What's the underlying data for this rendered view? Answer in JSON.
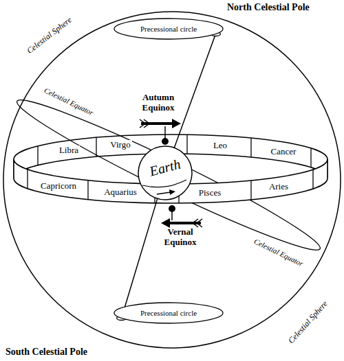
{
  "diagram": {
    "nodes": [
      {
        "text": [
          "Precessional circle"
        ]
      },
      {
        "text": [
          "Libra"
        ]
      },
      {
        "text": [
          "Virgo"
        ]
      },
      {
        "text": [
          "Leo"
        ]
      },
      {
        "text": [
          "Cancer"
        ]
      },
      {
        "text": [
          "Earth"
        ]
      },
      {
        "text": [
          "Capricorn"
        ]
      },
      {
        "text": [
          "Aquarius"
        ]
      },
      {
        "text": [
          "Pisces"
        ]
      },
      {
        "text": [
          "Aries"
        ]
      },
      {
        "text": [
          "Precessional circle"
        ]
      }
    ],
    "edges": [
      {
        "from": 0,
        "to": 5,
        "arrow": "none"
      },
      {
        "from": 5,
        "to": 10,
        "arrow": "none"
      }
    ],
    "labels": [
      "North Celestial Pole",
      "Celestial Sphere",
      "Celestial Equator",
      "Autumn Equinox",
      "Vernal Equinox",
      "Celestial Equator",
      "South Celestial Pole",
      "Celestial Sphere"
    ]
  }
}
